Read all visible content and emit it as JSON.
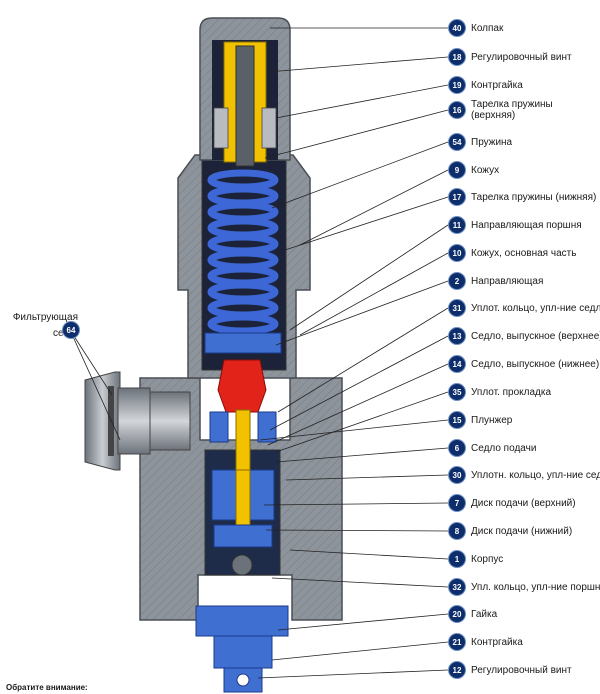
{
  "colors": {
    "body": "#8e949b",
    "body_dark": "#5f656c",
    "hatch": "#7a8087",
    "spring": "#3d66d6",
    "yellow": "#f2c200",
    "red": "#e2231a",
    "blue_part": "#3f6fd1",
    "badge": "#0d2d6b",
    "leader": "#222222"
  },
  "labels": [
    {
      "num": "40",
      "text": "Колпак"
    },
    {
      "num": "18",
      "text": "Регулировочный винт"
    },
    {
      "num": "19",
      "text": "Контргайка"
    },
    {
      "num": "16",
      "text": "Тарелка пружины (верхняя)"
    },
    {
      "num": "54",
      "text": "Пружина"
    },
    {
      "num": "9",
      "text": "Кожух"
    },
    {
      "num": "17",
      "text": "Тарелка пружины (нижняя)"
    },
    {
      "num": "11",
      "text": "Направляющая поршня"
    },
    {
      "num": "10",
      "text": "Кожух, основная часть"
    },
    {
      "num": "2",
      "text": "Направляющая"
    },
    {
      "num": "31",
      "text": "Уплот. кольцо, упл-ние седла"
    },
    {
      "num": "13",
      "text": "Седло, выпускное (верхнее)"
    },
    {
      "num": "14",
      "text": "Седло, выпускное (нижнее)"
    },
    {
      "num": "35",
      "text": "Уплот. прокладка"
    },
    {
      "num": "15",
      "text": "Плунжер"
    },
    {
      "num": "6",
      "text": "Седло подачи"
    },
    {
      "num": "30",
      "text": "Уплотн. кольцо, упл-ние седла"
    },
    {
      "num": "7",
      "text": "Диск подачи (верхний)"
    },
    {
      "num": "8",
      "text": "Диск подачи (нижний)"
    },
    {
      "num": "1",
      "text": "Корпус"
    },
    {
      "num": "32",
      "text": "Упл. кольцо, упл-ние поршня"
    },
    {
      "num": "20",
      "text": "Гайка"
    },
    {
      "num": "21",
      "text": "Контргайка"
    },
    {
      "num": "12",
      "text": "Регулировочный винт"
    }
  ],
  "filter": {
    "num": "64",
    "line1": "Фильтрующая",
    "line2": "сетка"
  },
  "footnote": "Обратите внимание:"
}
